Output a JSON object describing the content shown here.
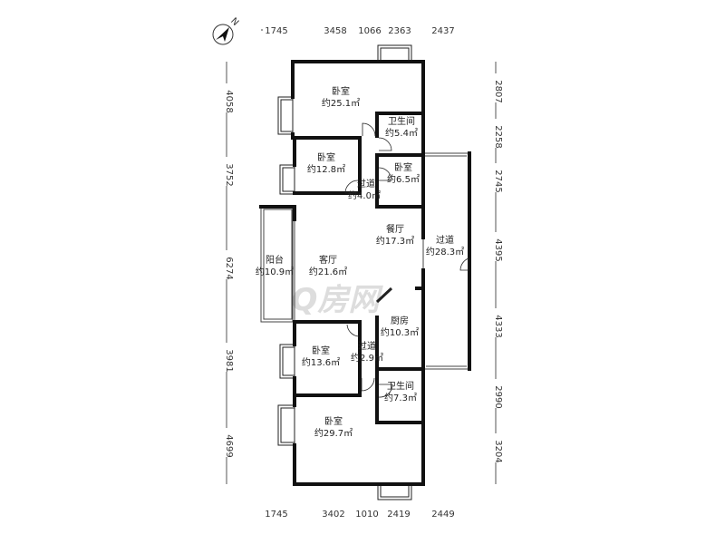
{
  "compass": {
    "label": "N"
  },
  "watermark": "Q房网",
  "rooms": [
    {
      "name": "卧室",
      "area": "约25.1㎡"
    },
    {
      "name": "卫生间",
      "area": "约5.4㎡"
    },
    {
      "name": "卧室",
      "area": "约12.8㎡"
    },
    {
      "name": "过道",
      "area": "约4.0㎡"
    },
    {
      "name": "卧室",
      "area": "约6.5㎡"
    },
    {
      "name": "餐厅",
      "area": "约17.3㎡"
    },
    {
      "name": "过道",
      "area": "约28.3㎡"
    },
    {
      "name": "阳台",
      "area": "约10.9㎡"
    },
    {
      "name": "客厅",
      "area": "约21.6㎡"
    },
    {
      "name": "厨房",
      "area": "约10.3㎡"
    },
    {
      "name": "卧室",
      "area": "约13.6㎡"
    },
    {
      "name": "过道",
      "area": "约2.9㎡"
    },
    {
      "name": "卫生间",
      "area": "约7.3㎡"
    },
    {
      "name": "卧室",
      "area": "约29.7㎡"
    }
  ],
  "dimensions": {
    "top": [
      "1745",
      "3458",
      "1066",
      "2363",
      "2437"
    ],
    "bottom": [
      "1745",
      "3402",
      "1010",
      "2419",
      "2449"
    ],
    "left": [
      "4058",
      "3752",
      "6274",
      "3981",
      "4699"
    ],
    "right": [
      "2807",
      "2258",
      "2745",
      "4395",
      "4333",
      "2990",
      "3204"
    ]
  }
}
